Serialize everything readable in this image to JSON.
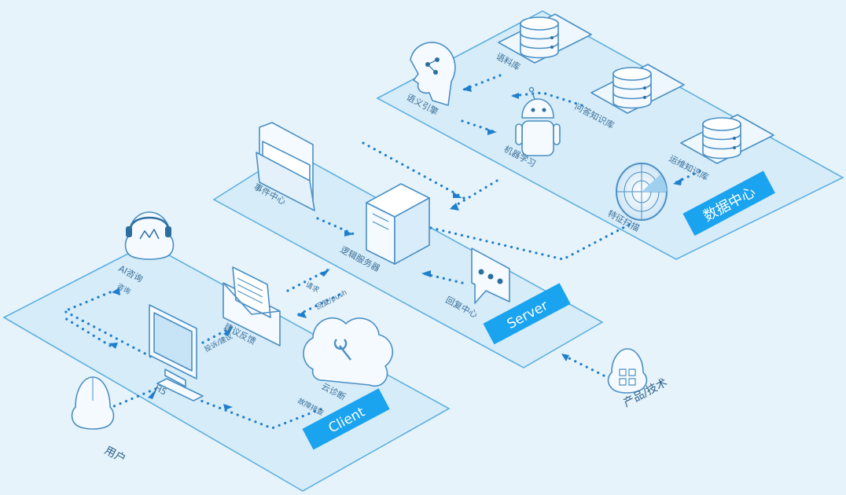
{
  "diagram": {
    "zones": {
      "client": {
        "badge": "Client"
      },
      "server": {
        "badge": "Server"
      },
      "data_center": {
        "badge": "数据中心"
      }
    },
    "nodes": {
      "user": "用户",
      "h5": "H5",
      "ai_advisor": "AI咨询",
      "suggestion_feedback": "建议反馈",
      "cloud_diagnosis": "云诊断",
      "event_center": "事件中心",
      "logic_server": "逻辑服务器",
      "reply_center": "回复中心",
      "semantic_engine": "语义引擎",
      "machine_learning": "机器学习",
      "corpus_db": "语料库",
      "qa_knowledge_db": "问答知识库",
      "ops_knowledge_db": "运维知识库",
      "feature_scan": "特征扫描",
      "product_tech": "产品/技术"
    },
    "flow_labels": {
      "consult": "咨询",
      "complaint_suggestion": "投诉/建议",
      "fault_check": "故障排查",
      "request": "请求",
      "reply_push": "回复/push"
    },
    "colors": {
      "background": "#e6f3fb",
      "plate_fill": "#d6ecf8",
      "plate_stroke": "#5fb0e0",
      "badge": "#1aa3ee",
      "dots": "#1f7fcc",
      "icon_fill": "#f4faff",
      "icon_stroke": "#4a8fc4",
      "label": "#3a6f99"
    }
  }
}
